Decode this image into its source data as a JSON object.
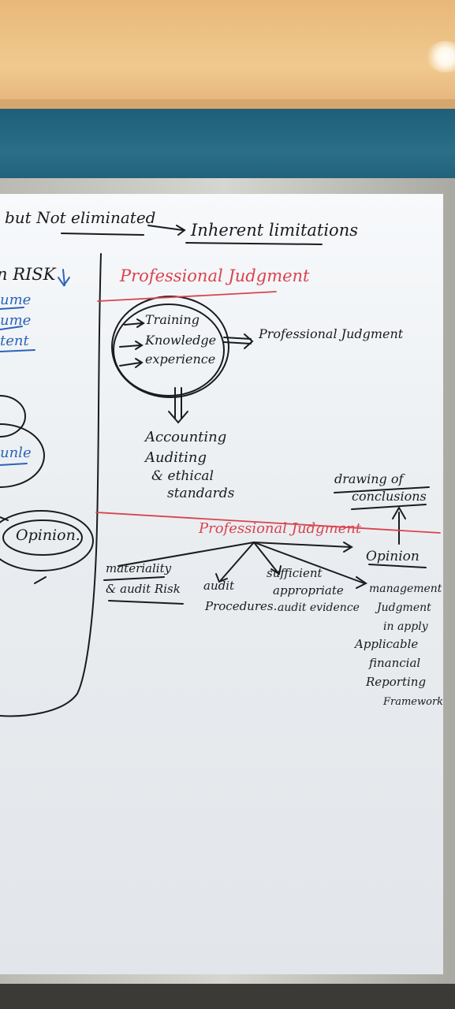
{
  "board": {
    "top_line": {
      "left": "but Not eliminated",
      "right": "Inherent limitations"
    },
    "left_column": {
      "risk": "n RISK",
      "blue_1": "ume",
      "blue_2": "ume",
      "blue_3": "tent",
      "cut_label": "unle",
      "opinion": "Opinion."
    },
    "upper": {
      "heading": "Professional Judgment",
      "circle_items": [
        "Training",
        "Knowledge",
        "experience"
      ],
      "result": "Professional Judgment",
      "standards": [
        "Accounting",
        "Auditing",
        "& ethical",
        "standards"
      ],
      "conclusions": [
        "drawing of",
        "conclusions"
      ]
    },
    "lower": {
      "heading": "Professional Judgment",
      "opinion": "Opinion",
      "branch_1": [
        "materiality",
        "& audit Risk"
      ],
      "branch_2": [
        "audit",
        "Procedures."
      ],
      "branch_3": [
        "sufficient",
        "appropriate",
        "audit evidence"
      ],
      "branch_4": [
        "management",
        "Judgment",
        "in apply",
        "Applicable",
        "financial",
        "Reporting",
        "Framework"
      ]
    }
  },
  "colors": {
    "ink_black": "#1b1b1d",
    "ink_red": "#d9434f",
    "ink_blue": "#2c63b8",
    "wall_teal": "#1f5f78",
    "wall_tan": "#f0c98f"
  }
}
